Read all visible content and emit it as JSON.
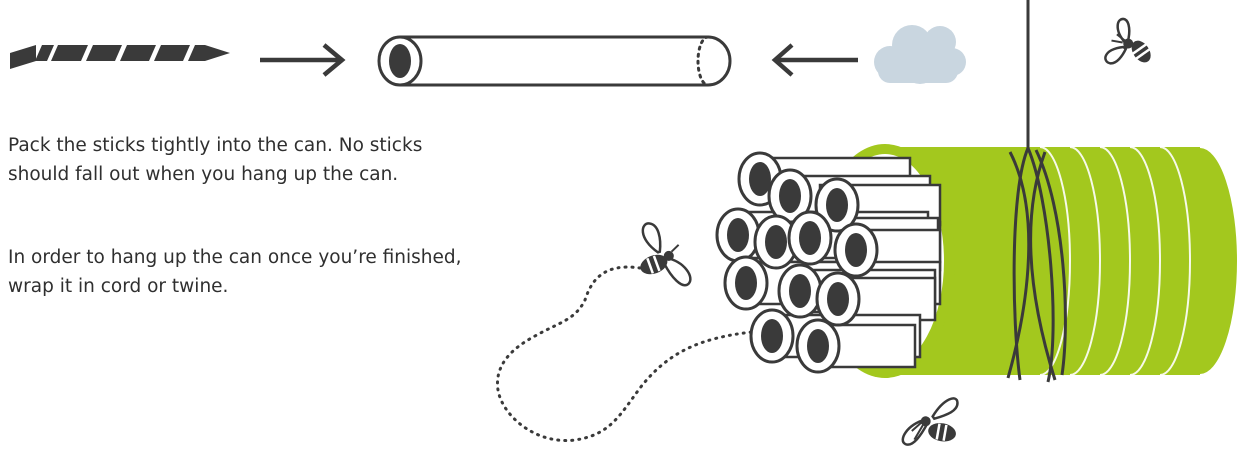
{
  "instructions": {
    "pack": [
      "Pack the sticks tightly into the can. No sticks",
      "should fall out when you hang up the can."
    ],
    "hang": [
      "In order to hang up the can once you’re finished,",
      "wrap it in cord or twine."
    ]
  },
  "colors": {
    "ink": "#3a3a3a",
    "can": "#a3c81e",
    "cloud": "#c9d6e0",
    "paper": "#ffffff"
  },
  "icons": [
    "striped-stick-icon",
    "arrow-right-icon",
    "tube-icon",
    "arrow-left-icon",
    "cloud-icon",
    "bee-icon",
    "can-icon",
    "cord-icon",
    "flight-path-icon"
  ]
}
